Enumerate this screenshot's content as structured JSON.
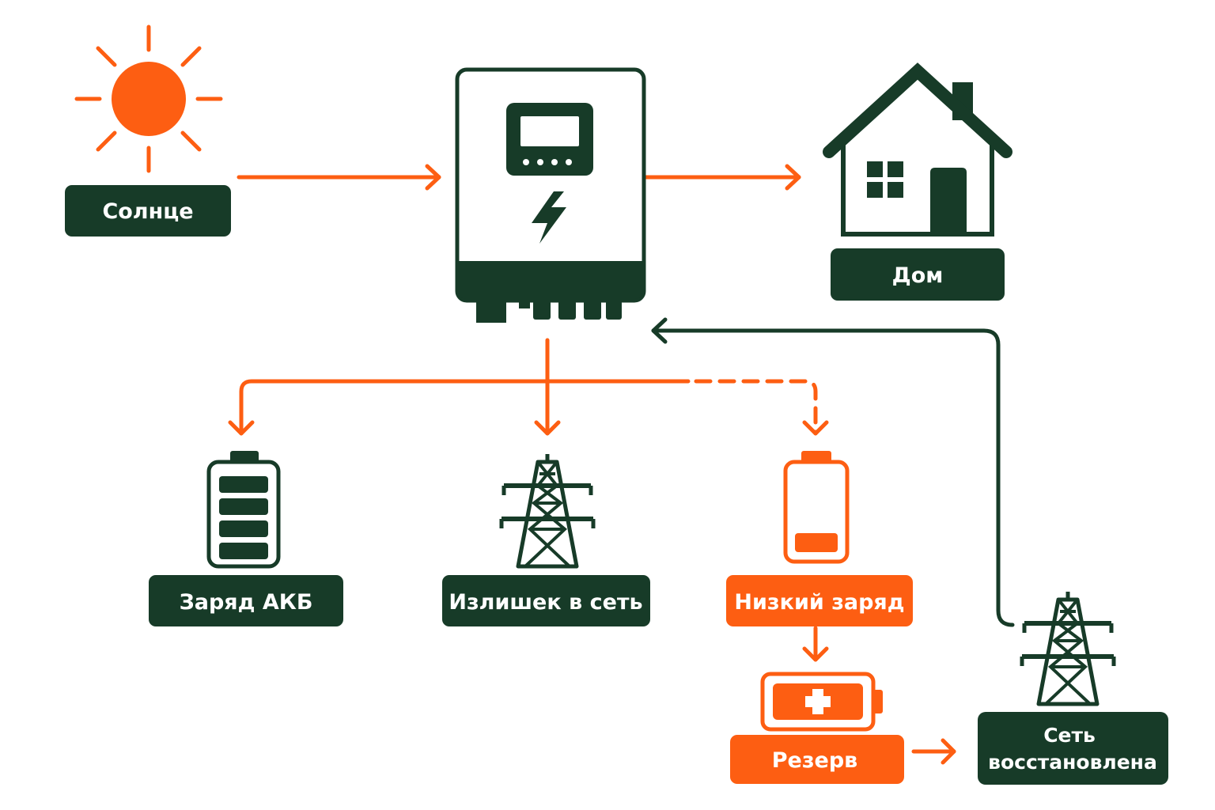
{
  "colors": {
    "dark": "#173b28",
    "orange": "#fd5e12",
    "background": "#ffffff",
    "label_text": "#ffffff"
  },
  "nodes": {
    "sun": {
      "label": "Солнце",
      "icon": "sun-icon"
    },
    "inverter": {
      "icon": "inverter-icon"
    },
    "house": {
      "label": "Дом",
      "icon": "house-icon"
    },
    "battery_charge": {
      "label": "Заряд АКБ",
      "icon": "battery-full-icon"
    },
    "grid_export": {
      "label": "Излишек в сеть",
      "icon": "power-tower-icon"
    },
    "low_charge": {
      "label": "Низкий заряд",
      "icon": "battery-low-icon"
    },
    "reserve": {
      "label": "Резерв",
      "icon": "battery-plus-icon"
    },
    "grid_restored": {
      "line1": "Сеть",
      "line2": "восстановлена",
      "icon": "power-tower-icon"
    }
  },
  "edges": [
    {
      "from": "sun",
      "to": "inverter",
      "style": "solid",
      "color": "orange"
    },
    {
      "from": "inverter",
      "to": "house",
      "style": "solid",
      "color": "orange"
    },
    {
      "from": "inverter",
      "to": "battery_charge",
      "style": "solid",
      "color": "orange"
    },
    {
      "from": "inverter",
      "to": "grid_export",
      "style": "solid",
      "color": "orange"
    },
    {
      "from": "inverter",
      "to": "low_charge",
      "style": "dashed",
      "color": "orange"
    },
    {
      "from": "low_charge",
      "to": "reserve",
      "style": "solid",
      "color": "orange"
    },
    {
      "from": "reserve",
      "to": "grid_restored",
      "style": "solid",
      "color": "orange"
    },
    {
      "from": "grid_restored",
      "to": "inverter",
      "style": "solid",
      "color": "dark"
    }
  ]
}
